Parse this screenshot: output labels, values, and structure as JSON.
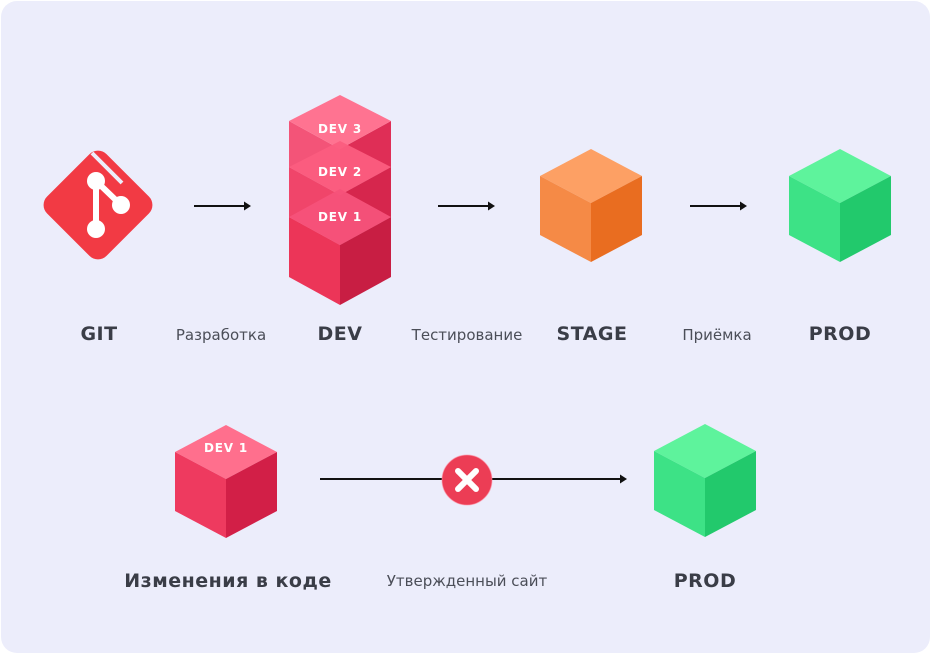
{
  "pipeline": {
    "nodes": {
      "git": "GIT",
      "dev": "DEV",
      "stage": "STAGE",
      "prod": "PROD"
    },
    "edges": {
      "git_to_dev": "Разработка",
      "dev_to_stage": "Тестирование",
      "stage_to_prod": "Приёмка"
    },
    "dev_stack": [
      "DEV 3",
      "DEV 2",
      "DEV 1"
    ]
  },
  "bottom": {
    "source_label": "Изменения в коде",
    "source_cube": "DEV 1",
    "edge_label": "Утвержденный сайт",
    "target_label": "PROD"
  },
  "colors": {
    "panel": "#ecedfb",
    "git": "#f23a44",
    "dev": "#ec2f56",
    "stage": "#f07a2b",
    "prod": "#2ed67a",
    "blocked": "#ec3d55"
  }
}
